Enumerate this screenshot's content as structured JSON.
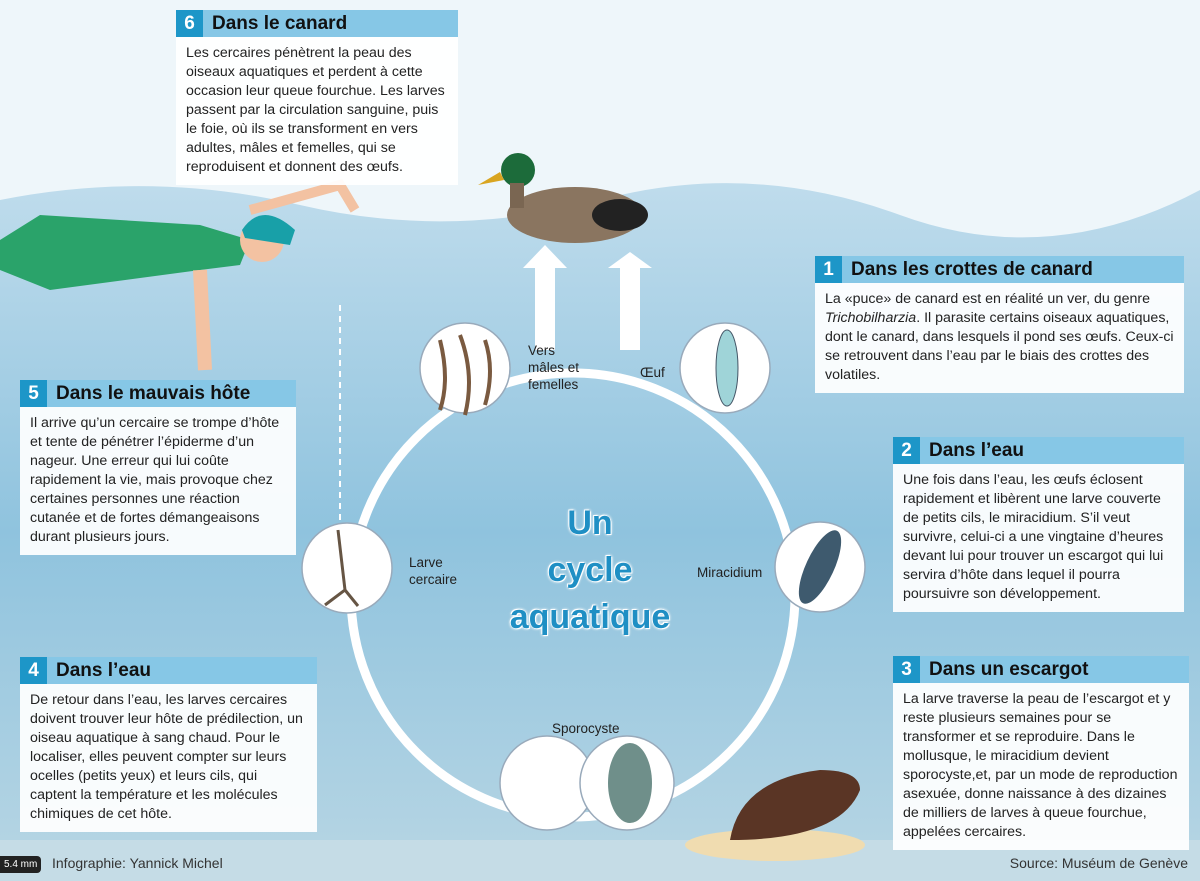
{
  "title": {
    "line1": "Un",
    "line2": "cycle",
    "line3": "aquatique"
  },
  "steps": [
    {
      "num": "6",
      "title": "Dans le canard",
      "text": "Les cercaires pénètrent la peau des oiseaux aquatiques et perdent à cette occasion leur queue fourchue. Les larves passent par la circulation sanguine, puis le foie, où ils se transforment en vers adultes, mâles et femelles, qui se reproduisent et donnent des œufs."
    },
    {
      "num": "1",
      "title": "Dans les crottes de canard",
      "text_before": "La «puce» de canard est en réalité un ver, du genre ",
      "text_italic": "Trichobilharzia",
      "text_after": ". Il parasite certains oiseaux aquatiques, dont le canard, dans lesquels il pond ses œufs. Ceux-ci se retrouvent dans l’eau par le biais des crottes des volatiles."
    },
    {
      "num": "2",
      "title": "Dans l’eau",
      "text": "Une fois dans l’eau, les œufs éclosent rapidement et libèrent une larve couverte de petits cils, le miracidium. S’il veut survivre, celui-ci a une vingtaine d’heures devant lui pour trouver un escargot qui lui servira d’hôte dans lequel il pourra poursuivre son développement."
    },
    {
      "num": "5",
      "title": "Dans le mauvais hôte",
      "text": "Il arrive qu’un cercaire se trompe d’hôte et tente de pénétrer l’épiderme d’un nageur. Une erreur qui lui coûte rapidement la vie, mais provoque chez certaines personnes une réaction cutanée et de fortes démangeaisons durant plusieurs jours."
    },
    {
      "num": "3",
      "title": "Dans un escargot",
      "text": "La larve traverse la peau de l’escargot et y reste plusieurs semaines pour se transformer et se reproduire. Dans le mollusque, le miracidium devient sporocyste,et, par un mode de reproduction asexuée, donne naissance à des dizaines de milliers de larves à queue fourchue, appelées cercaires."
    },
    {
      "num": "4",
      "title": "Dans l’eau",
      "text": "De retour dans l’eau, les larves cercaires doivent trouver leur hôte de prédilection, un oiseau aquatique à sang chaud. Pour le localiser, elles peuvent compter sur leurs ocelles (petits yeux) et leurs cils, qui captent la température et les molécules chimiques de cet hôte."
    }
  ],
  "stages": {
    "vers": "Vers mâles et femelles",
    "oeuf": "Œuf",
    "miracidium": "Miracidium",
    "larve": "Larve cercaire",
    "sporocyste": "Sporocyste"
  },
  "footer": {
    "credit": "Infographie: Yannick Michel",
    "source": "Source: Muséum de Genève",
    "measure": "5.4 mm"
  },
  "colors": {
    "header": "#86c7e6",
    "badge": "#1d96c8",
    "title": "#1f8fc4"
  }
}
